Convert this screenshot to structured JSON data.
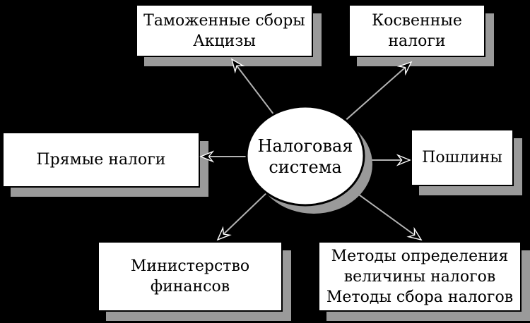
{
  "diagram": {
    "title_node": {
      "lines": [
        "Налоговая",
        "система"
      ]
    },
    "boxes": {
      "top_left": {
        "lines": [
          "Таможенные сборы",
          "Акцизы"
        ]
      },
      "top_right": {
        "lines": [
          "Косвенные",
          "налоги"
        ]
      },
      "left": {
        "lines": [
          "Прямые налоги"
        ]
      },
      "right": {
        "lines": [
          "Пошлины"
        ]
      },
      "bottom_left": {
        "lines": [
          "Министерство",
          "финансов"
        ]
      },
      "bottom_right": {
        "lines": [
          "Методы определения",
          "величины налогов",
          "Методы сбора налогов"
        ]
      }
    },
    "colors": {
      "background": "#000000",
      "node_fill": "#ffffff",
      "node_border": "#000000",
      "shadow": "#9a9a9a",
      "arrow_line": "#b3b3b3",
      "arrow_head_fill": "#000000",
      "arrow_head_outline": "#ffffff"
    }
  }
}
